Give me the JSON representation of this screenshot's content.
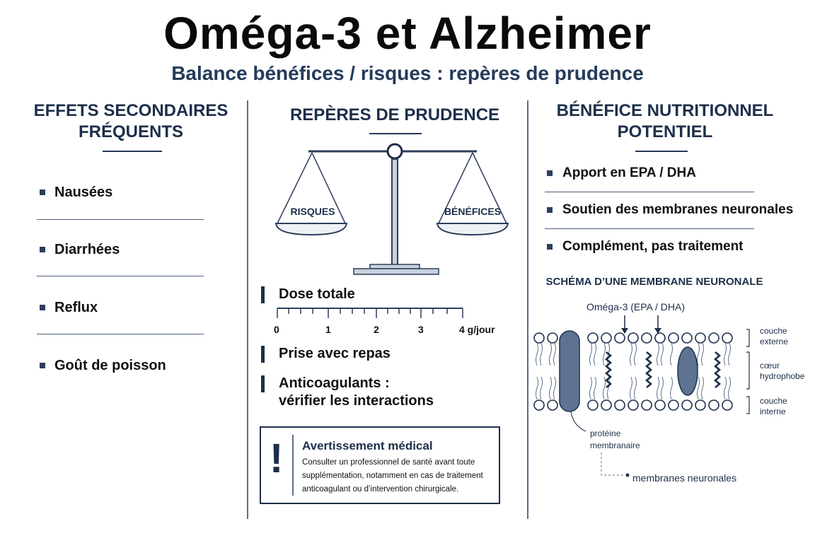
{
  "header": {
    "title": "Oméga-3 et Alzheimer",
    "subtitle": "Balance bénéfices / risques : repères de prudence"
  },
  "left": {
    "heading_line1": "EFFETS SECONDAIRES",
    "heading_line2": "FRÉQUENTS",
    "items": [
      "Nausées",
      "Diarrhées",
      "Reflux",
      "Goût de poisson"
    ]
  },
  "center": {
    "heading": "REPÈRES DE PRUDENCE",
    "scale": {
      "left_pan": "RISQUES",
      "right_pan": "BÉNÉFICES"
    },
    "dose": {
      "label": "Dose totale",
      "ticks": [
        "0",
        "1",
        "2",
        "3",
        "4 g/jour"
      ]
    },
    "item_meals": "Prise avec repas",
    "item_anticoag_line1": "Anticoagulants :",
    "item_anticoag_line2": "vérifier les interactions",
    "warning": {
      "icon": "!",
      "title": "Avertissement médical",
      "line1": "Consulter un professionnel de santé avant toute",
      "line2": "supplémentation, notamment en cas de traitement",
      "line3": "anticoagulant ou d’intervention chirurgicale."
    }
  },
  "right": {
    "heading_line1": "BÉNÉFICE NUTRITIONNEL",
    "heading_line2": "POTENTIEL",
    "items": [
      "Apport en EPA / DHA",
      "Soutien des membranes neuronales",
      "Complément, pas traitement"
    ],
    "schema": {
      "title": "SCHÉMA D’UNE MEMBRANE NEURONALE",
      "omega_label": "Oméga-3 (EPA / DHA)",
      "outer_line1": "couche",
      "outer_line2": "externe",
      "core_line1": "cœur",
      "core_line2": "hydrophobe",
      "inner_line1": "couche",
      "inner_line2": "interne",
      "protein_line1": "protéine",
      "protein_line2": "membranaire",
      "membranes_label": "membranes neuronales"
    }
  },
  "colors": {
    "navy": "#1d2f4a",
    "slate": "#5c6f8a",
    "protein": "#5e7291"
  }
}
